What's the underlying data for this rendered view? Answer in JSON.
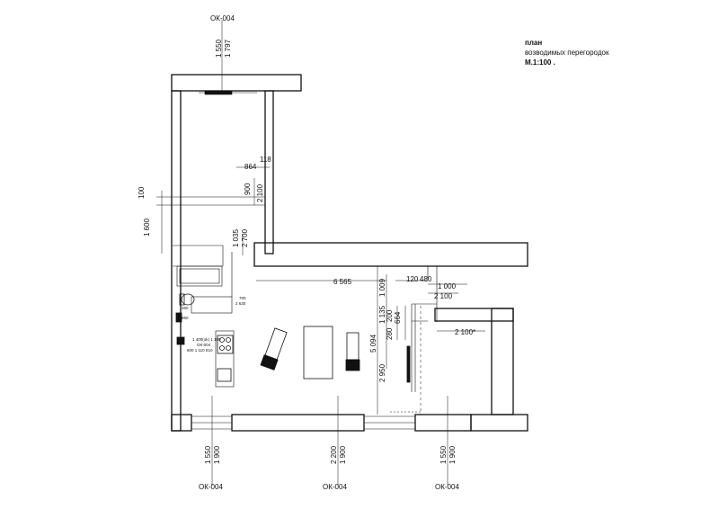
{
  "title": {
    "line1": "план",
    "line2": "возводимых перегородок",
    "scale": "М.1:100 ."
  },
  "windows": {
    "top": {
      "label": "ОК-004",
      "width": "1 550",
      "height": "1 797"
    },
    "bottom_left": {
      "label": "ОК-004",
      "width": "1 550",
      "height": "1 900"
    },
    "bottom_mid": {
      "label": "ОК-004",
      "width": "2 200",
      "height": "1 900"
    },
    "bottom_right": {
      "label": "ОК-004",
      "width": "1 550",
      "height": "1 900"
    }
  },
  "dimensions": {
    "d100": "100",
    "d1600": "1 600",
    "d864": "864",
    "d118": "118",
    "d900": "900",
    "d2100_a": "2 100",
    "d1035": "1 035",
    "d2700": "2 700",
    "d6565": "6 565",
    "d120": "120",
    "d480": "480",
    "d1009": "1 009",
    "d1000": "1 000",
    "d2100_b": "2 100",
    "d1135": "1 135",
    "d200": "200",
    "d664": "664",
    "d280": "280",
    "d5094": "5 094",
    "d2950": "2 950",
    "d2100_star": "2 100*"
  },
  "small_notes": {
    "n700": "700",
    "n2630": "2 630",
    "n360": "360",
    "n850": "850",
    "ok_note_1": "1 400(ok) 1 100",
    "ok_note_2": "ОК-004",
    "ok_note_3": "600 1 110 810"
  }
}
